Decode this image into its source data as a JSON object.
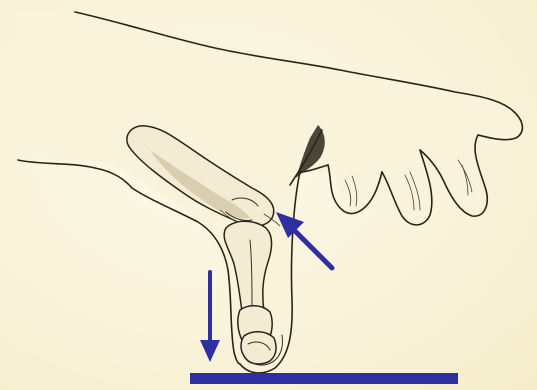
{
  "figure": {
    "colors": {
      "background": "#fbf6e2",
      "ink": "#2a2418",
      "bone_fill": "#f3ecd2",
      "arrow": "#2e2fa0",
      "ground_bar": "#2e2fa0"
    },
    "annotations": {
      "force_arrow_down": "vertical-arrow",
      "pressure_arrow_diagonal": "diagonal-arrow",
      "surface_bar": "horizontal-bar"
    }
  }
}
